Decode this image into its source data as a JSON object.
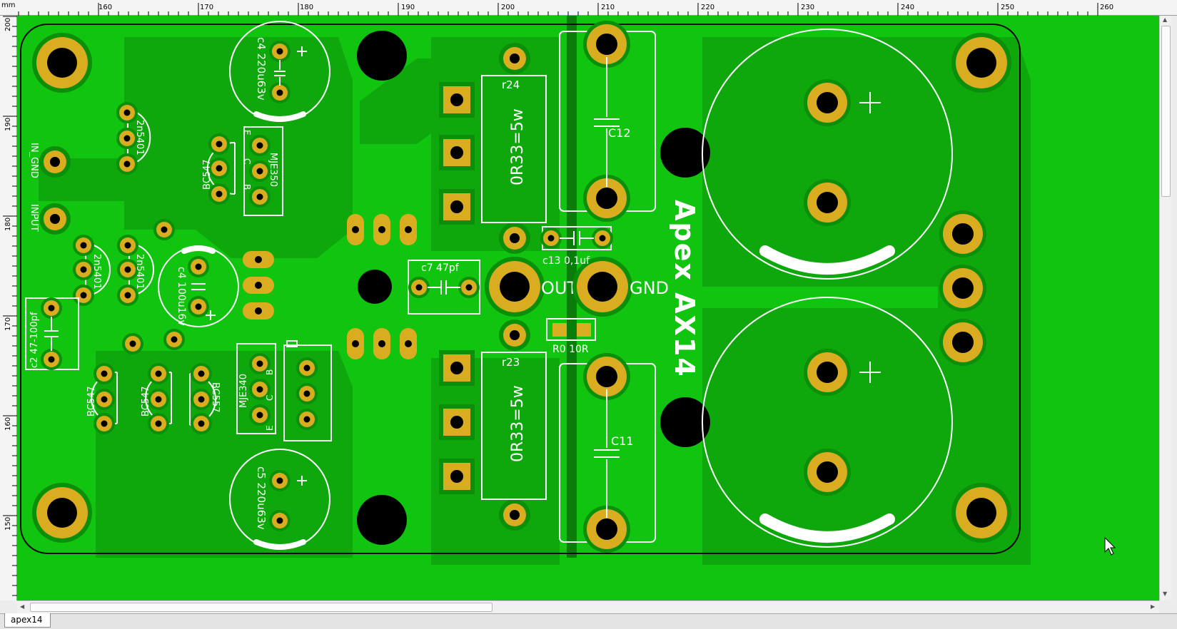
{
  "ruler": {
    "unit": "mm",
    "x_ticks": [
      "160",
      "170",
      "180",
      "190",
      "200",
      "210",
      "220",
      "230",
      "240",
      "250",
      "260"
    ],
    "y_ticks": [
      "200",
      "190",
      "180",
      "170",
      "160",
      "150"
    ]
  },
  "board": {
    "title": "Apex AX14",
    "connectors": [
      "IN_GND",
      "INPUT",
      "OUT",
      "GND"
    ],
    "labels": {
      "c4_top": "c4 220u63v",
      "c5": "c5 220u63v",
      "c4_mid": "c4 100u16v",
      "c7": "c7 47pf",
      "c13": "c13 0,1uf",
      "r24": "r24",
      "r23": "r23",
      "r24_value": "0R33=5w",
      "r23_value": "0R33=5w",
      "c12": "C12",
      "c11": "C11",
      "r0": "R0 10R",
      "c2": "c2 47-100pf",
      "mje350": "MJE350",
      "mje340": "MJE340",
      "q_2n5401_a": "2n5401",
      "q_2n5401_b": "2n5401",
      "q_2n5401_c": "2n5401",
      "q_bc547_a": "BC547",
      "q_bc547_b": "BC547",
      "q_bc547_c": "BC547",
      "q_bc557": "BC557",
      "pin_e": "E",
      "pin_b": "B",
      "pin_c": "C"
    }
  },
  "tabs": [
    "apex14"
  ],
  "colors": {
    "board": "#10c40f",
    "copper": "#0ea80d",
    "pad": "#d9ad1f",
    "silk": "#ffffff",
    "outline": "#000000"
  },
  "icons": [
    "scroll-up-arrow-icon",
    "scroll-down-arrow-icon",
    "scroll-left-arrow-icon",
    "scroll-right-arrow-icon",
    "mouse-cursor-icon"
  ]
}
